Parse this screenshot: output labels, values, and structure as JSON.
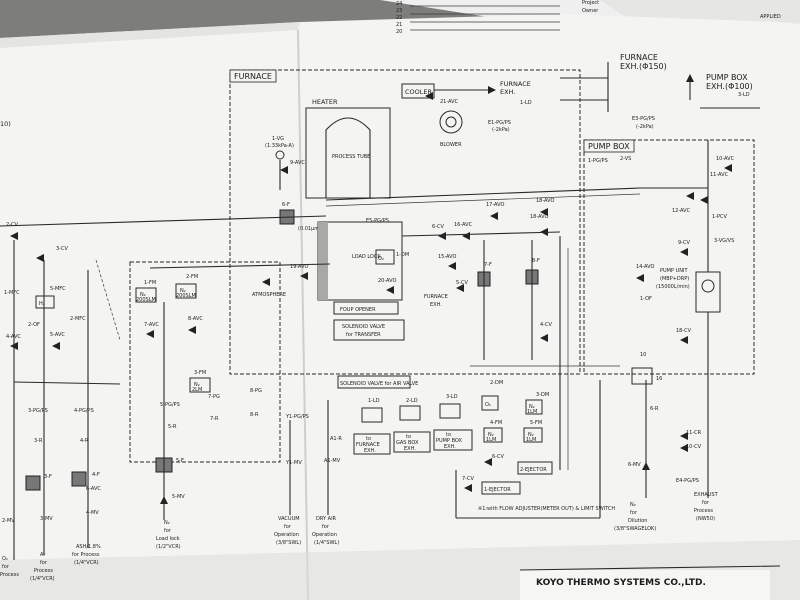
{
  "sections": {
    "furnace": "FURNACE",
    "pump_box": "PUMP BOX",
    "heater": "HEATER",
    "cooler": "COOLER",
    "blower": "BLOWER",
    "process_tube": "PROCESS TUBE",
    "load_lock": "LOAD LOCK",
    "four_opener": "FOUP OPENER",
    "solenoid_transfer_1": "SOLENOID VALVE",
    "solenoid_transfer_2": "for TRANSFER",
    "solenoid_air": "SOLENOID VALVE for AIR VALVE",
    "atmosphere": "ATMOSPHERE",
    "furnace_exh_top_1": "FURNACE",
    "furnace_exh_top_2": "EXH.",
    "furnace_exh_mid_1": "FURNACE",
    "furnace_exh_mid_2": "EXH.",
    "furnace_exh_pipe_1": "FURNACE",
    "furnace_exh_pipe_2": "EXH.(Φ150)",
    "pump_box_exh_1": "PUMP BOX",
    "pump_box_exh_2": "EXH.(Φ100)",
    "pump_unit_1": "PUMP UNIT",
    "pump_unit_2": "(MBP+DRP)",
    "pump_unit_3": "(15000L/min)",
    "ejector_1": "1-EJECTOR",
    "ejector_2": "2-EJECTOR",
    "note": "※1:with FLOW ADJUSTER(METER OUT) & LIMIT SWITCH",
    "company": "KOYO THERMO SYSTEMS CO.,LTD."
  },
  "valves": {
    "v21avc": "21-AVC",
    "v1vg": "1-VG",
    "v1vg_sub": "(1.33kPa-A)",
    "v9avc": "9-AVC",
    "v6f": "6-F",
    "v6f_sub": "(0.01μm)",
    "v2cv": "2-CV",
    "v3cv": "3-CV",
    "v5mfc": "5-MFC",
    "v1fm": "1-FM",
    "v2fm": "2-FM",
    "v7avc": "7-AVC",
    "v8avc": "8-AVC",
    "v19avo": "19-AVO",
    "v3fm": "3-FM",
    "v5pgps": "5-PG/PS",
    "v7pg": "7-PG",
    "v8pg": "8-PG",
    "v5r": "5-R",
    "v7r": "7-R",
    "v8r": "8-R",
    "v5f": "5-F",
    "v5mv": "5-MV",
    "vy1pgps": "Y1-PG/PS",
    "va1r": "A1-R",
    "vy1mv": "Y1-MV",
    "va1mv": "A1-MV",
    "v1ld": "1-LD",
    "v2ld": "2-LD",
    "v3ld": "3-LD",
    "v2dm": "2-DM",
    "v3dm": "3-DM",
    "v4fm": "4-FM",
    "v5fm": "5-FM",
    "v6cv": "6-CV",
    "v7cv": "7-CV",
    "v17avo": "17-AVO",
    "v18avo": "18-AVO",
    "v16avc": "16-AVC",
    "v15avo": "15-AVO",
    "v5cv": "5-CV",
    "v7f": "7-F",
    "v8f": "8-F",
    "v4cv": "4-CV",
    "v1dm": "1-DM",
    "v20avo": "20-AVO",
    "ve5pgps": "E5-PG/PS",
    "ve1pgps": "E1-PG/PS",
    "ve1pgps_sub": "(-2kPa)",
    "ve3pgps": "E3-PG/PS",
    "ve3pgps_sub": "(-2kPa)",
    "v1ld_top": "1-LD",
    "v3ld_top": "3-LD",
    "v2vs": "2-VS",
    "v1pgps": "1-PG/PS",
    "v10avc": "10-AVC",
    "v11avc": "11-AVC",
    "v12avc": "12-AVC",
    "v1pcv": "1-PCV",
    "v3vgvs": "3-VG/VS",
    "v9cv": "9-CV",
    "v14avo": "14-AVO",
    "v18cv": "18-CV",
    "v6r": "6-R",
    "v11cr": "11-CR",
    "v10cv": "10-CV",
    "v6mv": "6-MV",
    "ve4pgps": "E4-PG/PS",
    "v1mfc": "1-MFC",
    "v2mfc": "2-MFC",
    "v4avc": "4-AVC",
    "v3pgps": "3-PG/PS",
    "v4pgps": "4-PG/PS",
    "v3r": "3-R",
    "v4r": "4-R",
    "v3f": "3-F",
    "v4f": "4-F",
    "v5avc": "5-AVC",
    "v6avc": "6-AVC",
    "v2of": "2-OF",
    "v1of": "1-OF",
    "v2mv": "2-MV",
    "v3mv": "3-MV",
    "v4mv": "4-MV",
    "v10": "10",
    "v16": "16"
  },
  "utilities": {
    "o2_process_1": "O₂",
    "o2_process_2": "for",
    "o2_process_3": "Process",
    "ar_process_1": "Ar",
    "ar_process_2": "for",
    "ar_process_3": "Process",
    "ar_process_4": "(1/4\"VCR)",
    "ash_process_1": "ASH/1.8%",
    "ash_process_2": "for Process",
    "ash_process_3": "(1/4\"VCR)",
    "n2_loadlock_1": "N₂",
    "n2_loadlock_2": "for",
    "n2_loadlock_3": "Load lock",
    "n2_loadlock_4": "(1/2\"VCR)",
    "vacuum_1": "VACUUM",
    "vacuum_2": "for",
    "vacuum_3": "Operation",
    "vacuum_4": "(3/8\"SWL)",
    "dryair_1": "DRY AIR",
    "dryair_2": "for",
    "dryair_3": "Operation",
    "dryair_4": "(1/4\"SWL)",
    "n2_dilution_1": "N₂",
    "n2_dilution_2": "for",
    "n2_dilution_3": "Dilution",
    "n2_dilution_4": "(3/8\"SWAGELOK)",
    "exhaust_1": "EXHAUST",
    "exhaust_2": "for",
    "exhaust_3": "Process",
    "exhaust_4": "(NW50)"
  },
  "exh_boxes": {
    "b1_1": "to",
    "b1_2": "FURNACE",
    "b1_3": "EXH.",
    "b2_1": "to",
    "b2_2": "GAS BOX",
    "b2_3": "EXH.",
    "b3_1": "to",
    "b3_2": "PUMP BOX",
    "b3_3": "EXH."
  },
  "gas_tags": {
    "n2_1fm": "N₂",
    "n2_1fm_sub": "200SLM",
    "n2_2fm": "N₂",
    "n2_2fm_sub": "200SLM",
    "h2_5mfc": "H₂",
    "n2_3fm": "N₂",
    "n2_3fm_sub": "2LM",
    "o2_1dm": "O₂",
    "n2_4fm": "N₂",
    "n2_4fm_sub": "1LM",
    "n2_5fm": "N₂",
    "n2_5fm_sub": "1LM",
    "n2_2dm": "O₂",
    "n2_3dm": "N₂",
    "n2_3dm_sub": "1LM"
  },
  "right_margin": {
    "r1": "24",
    "r2": "23",
    "r3": "22",
    "r4": "21",
    "r5": "20",
    "project": "Project",
    "owner": "Owner",
    "applied": "APPLIED"
  },
  "left_edge": {
    "e1": "10)"
  }
}
